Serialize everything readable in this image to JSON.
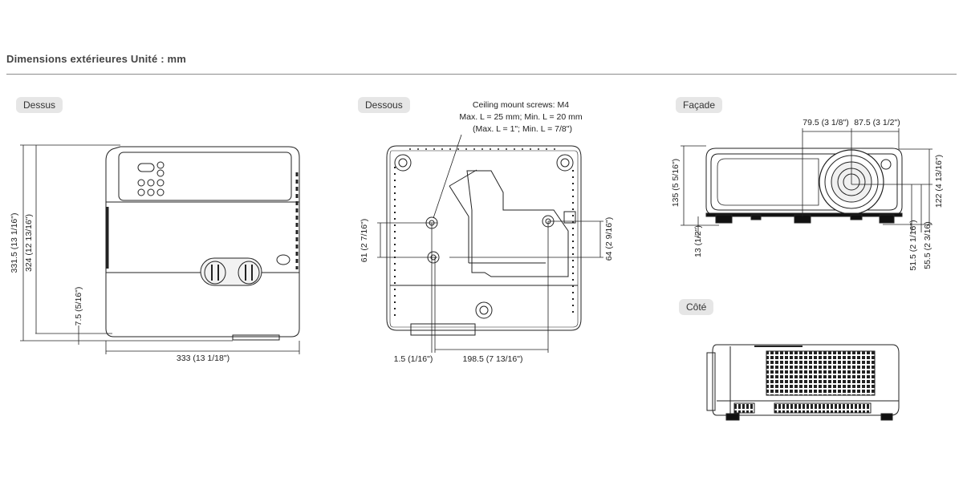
{
  "header": {
    "title": "Dimensions extérieures Unité : mm"
  },
  "views": {
    "top": {
      "label": "Dessus",
      "dims": {
        "depth_total": "331.5 (13 1/16\")",
        "depth_body": "324 (12 13/16\")",
        "foot_offset": "7.5 (5/16\")",
        "width": "333 (13 1/18\")"
      }
    },
    "bottom": {
      "label": "Dessous",
      "note": [
        "Ceiling mount screws: M4",
        "Max. L = 25 mm; Min. L = 20 mm",
        "(Max. L = 1\"; Min. L = 7/8\")"
      ],
      "dims": {
        "left_vertical": "61 (2 7/16\")",
        "right_vertical": "64 (2 9/16\")",
        "left_horizontal": "1.5 (1/16\")",
        "right_horizontal": "198.5 (7 13/16\")"
      }
    },
    "front": {
      "label": "Façade",
      "dims": {
        "lens_left": "79.5 (3 1/8\")",
        "lens_right": "87.5 (3 1/2\")",
        "height": "135 (5 5/16\")",
        "foot": "13 (1/2\")",
        "lens_height": "122 (4 13/16\")",
        "lens_center_a": "51.5 (2 1/16\")",
        "lens_center_b": "55.5 (2 3/16)"
      }
    },
    "side": {
      "label": "Côté"
    }
  }
}
